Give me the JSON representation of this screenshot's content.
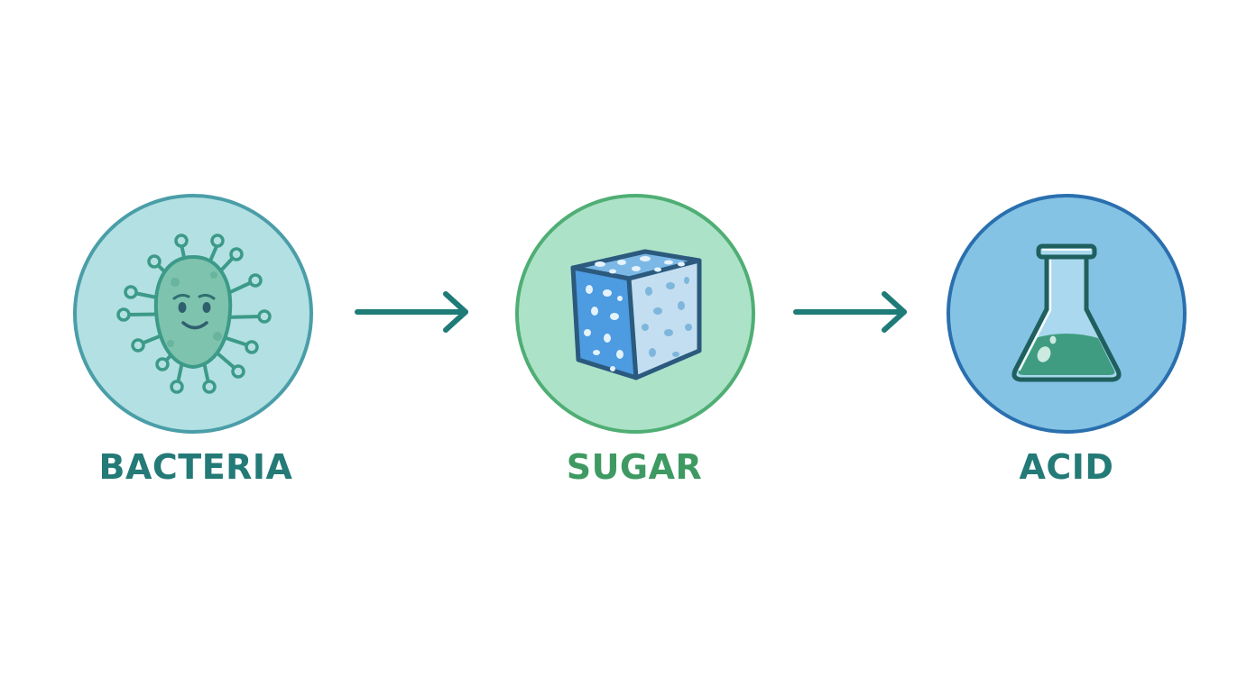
{
  "steps": [
    {
      "label": "BACTERIA",
      "icon": "bacteria-icon",
      "label_color": "#237a76",
      "circle_fill": "#b3e0e2",
      "circle_stroke": "#4a9ea8"
    },
    {
      "label": "SUGAR",
      "icon": "sugar-cube-icon",
      "label_color": "#3e9a62",
      "circle_fill": "#ace2c8",
      "circle_stroke": "#4fae74"
    },
    {
      "label": "ACID",
      "icon": "flask-icon",
      "label_color": "#237a76",
      "circle_fill": "#84c3e4",
      "circle_stroke": "#2a6fae"
    }
  ],
  "connectors": [
    {
      "icon": "arrow-right-icon",
      "color": "#1f7b78"
    },
    {
      "icon": "arrow-right-icon",
      "color": "#1f7b78"
    }
  ]
}
